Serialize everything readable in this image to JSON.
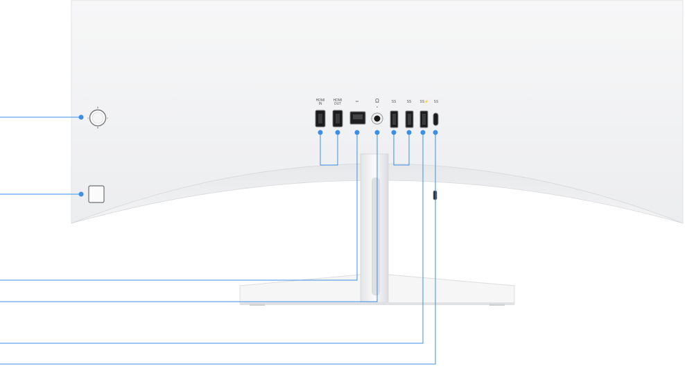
{
  "port_labels": {
    "hdmi_in": "HDMI",
    "hdmi_in_sub": "IN",
    "hdmi_out": "HDMI",
    "hdmi_out_sub": "OUT",
    "ethernet": "⚯",
    "audio": "Ω",
    "usb_a_1": "SS",
    "usb_a_2": "SS",
    "usb_a_3": "SS⚡",
    "usb_c": "SS"
  },
  "colors": {
    "callout": "#3b8fe6",
    "body": "#f1f2f3",
    "edge": "#dfe0e2"
  }
}
